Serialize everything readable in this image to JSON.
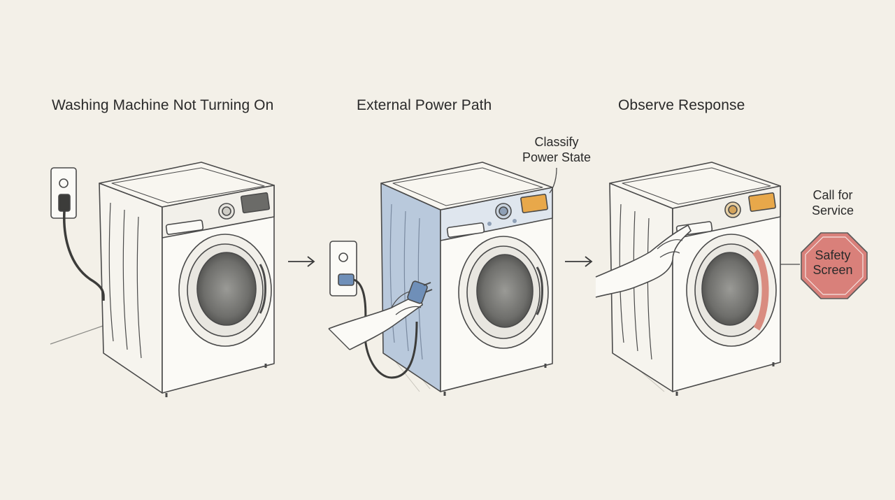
{
  "steps": [
    {
      "title": "Washing Machine Not Turning On"
    },
    {
      "title": "External Power Path",
      "callout": "Classify\nPower State"
    },
    {
      "title": "Observe Response",
      "callout": "Call for\nService",
      "stop_sign": "Safety\nScreen"
    }
  ],
  "colors": {
    "background": "#f3f0e8",
    "line": "#4a4a4a",
    "machine_fill": "#fbfaf6",
    "highlight_blue": "#b9c9dc",
    "stop_sign": "#d9807a",
    "display_orange": "#e8a84a",
    "door_red": "#d98c80"
  }
}
